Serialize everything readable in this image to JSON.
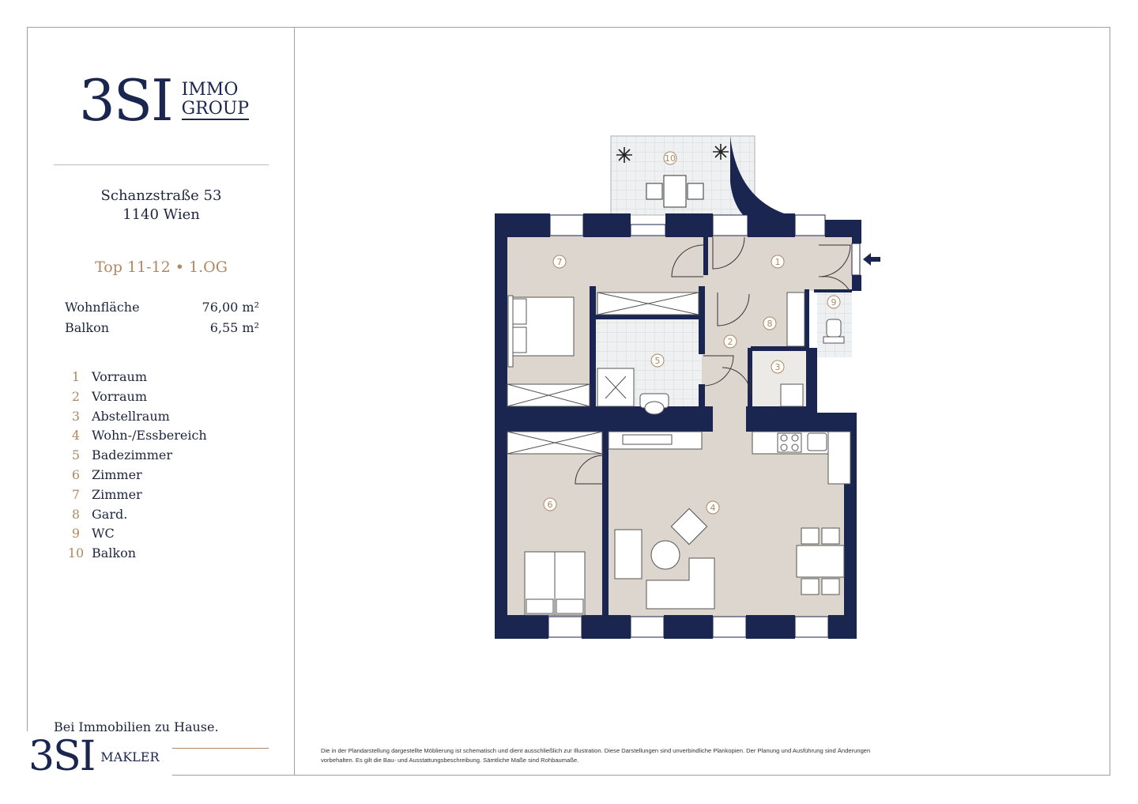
{
  "logo": {
    "main": "3SI",
    "line1": "IMMO",
    "line2": "GROUP"
  },
  "address": {
    "street": "Schanzstraße 53",
    "city": "1140 Wien"
  },
  "unit": "Top 11-12 • 1.OG",
  "areas": [
    {
      "label": "Wohnfläche",
      "value": "76,00 m²"
    },
    {
      "label": "Balkon",
      "value": "6,55 m²"
    }
  ],
  "rooms": [
    {
      "num": "1",
      "label": "Vorraum"
    },
    {
      "num": "2",
      "label": "Vorraum"
    },
    {
      "num": "3",
      "label": "Abstellraum"
    },
    {
      "num": "4",
      "label": "Wohn-/Essbereich"
    },
    {
      "num": "5",
      "label": "Badezimmer"
    },
    {
      "num": "6",
      "label": "Zimmer"
    },
    {
      "num": "7",
      "label": "Zimmer"
    },
    {
      "num": "8",
      "label": "Gard."
    },
    {
      "num": "9",
      "label": "WC"
    },
    {
      "num": "10",
      "label": "Balkon"
    }
  ],
  "tagline": "Bei Immobilien zu Hause.",
  "makler": {
    "main": "3SI",
    "label": "MAKLER"
  },
  "disclaimer": "Die in der Plandarstellung dargestellte Möblierung ist schematisch und dient ausschließlich zur Illustration. Diese Darstellungen sind unverbindliche Plankopien. Der Planung und Ausführung sind Änderungen vorbehalten. Es gilt die Bau- und Ausstattungsbeschreibung. Sämtliche Maße sind Rohbaumaße.",
  "colors": {
    "navy": "#1b2650",
    "gold": "#b08862",
    "floor": "#ddd6cf"
  }
}
